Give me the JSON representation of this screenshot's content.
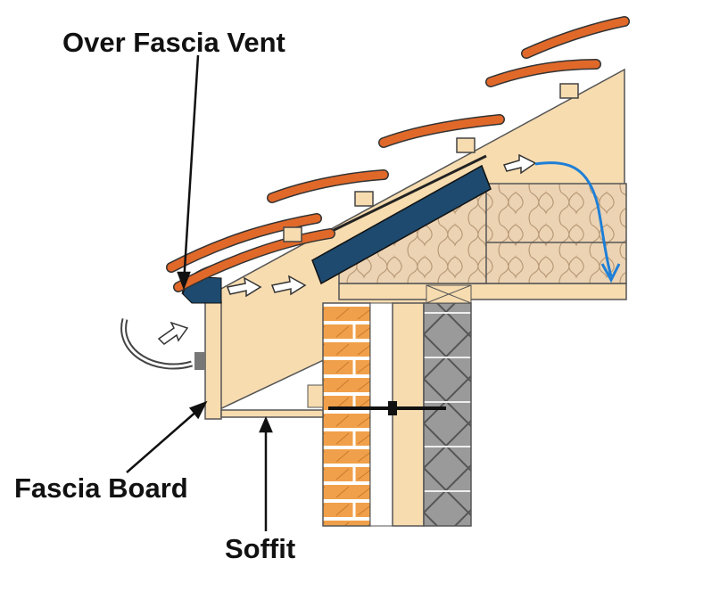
{
  "labels": {
    "over_fascia_vent": "Over Fascia Vent",
    "fascia_board": "Fascia Board",
    "soffit": "Soffit"
  },
  "colors": {
    "tile": "#e0692a",
    "timber": "#f7dcb0",
    "insulation": "#ecd3b4",
    "brick": "#f0a04a",
    "block": "#9a9a9a",
    "tray": "#1d4a6e",
    "airflow": "#1e7fd6"
  }
}
